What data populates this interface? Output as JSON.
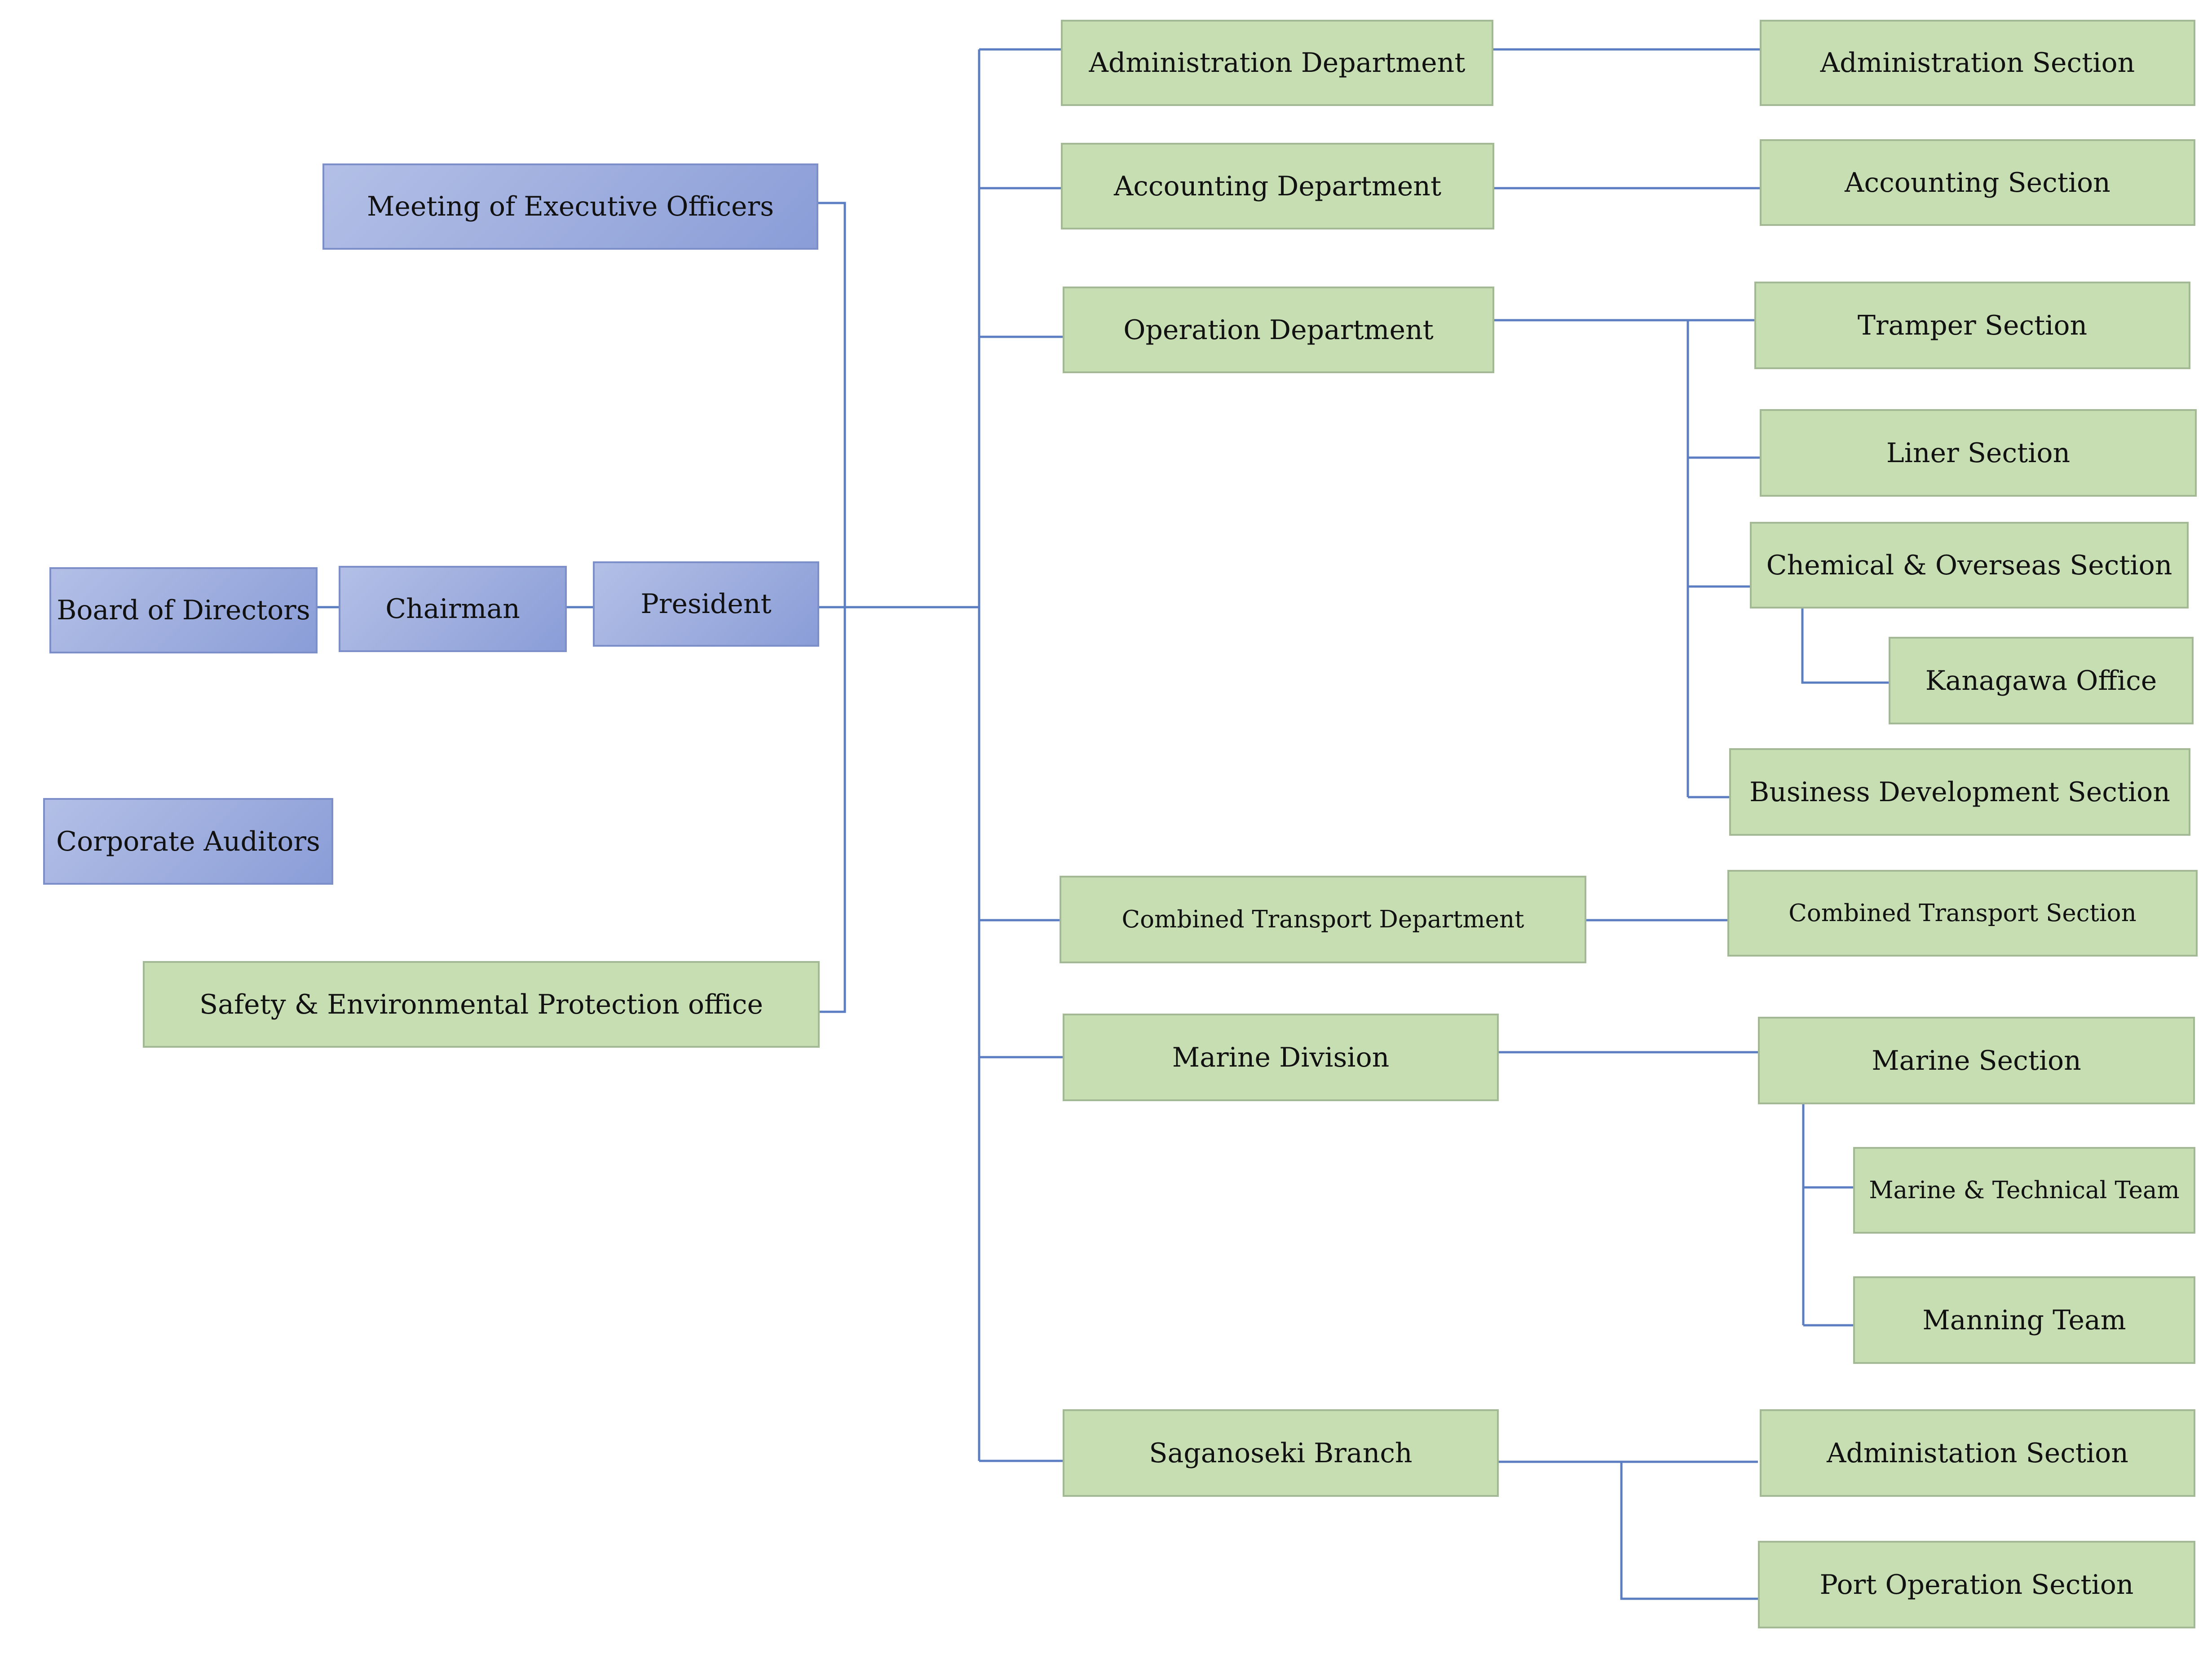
{
  "nodes": {
    "board_of_directors": "Board of Directors",
    "chairman": "Chairman",
    "president": "President",
    "meeting_exec_officers": "Meeting of Executive Officers",
    "corporate_auditors": "Corporate Auditors",
    "safety_env_office": "Safety & Environmental Protection office",
    "admin_dept": "Administration Department",
    "accounting_dept": "Accounting Department",
    "operation_dept": "Operation Department",
    "combined_transport_dept": "Combined Transport Department",
    "marine_division": "Marine Division",
    "saganoseki_branch": "Saganoseki Branch",
    "admin_section": "Administration Section",
    "accounting_section": "Accounting Section",
    "tramper_section": "Tramper Section",
    "liner_section": "Liner Section",
    "chemical_overseas_section": "Chemical & Overseas Section",
    "kanagawa_office": "Kanagawa Office",
    "business_dev_section": "Business Development Section",
    "combined_transport_section": "Combined Transport Section",
    "marine_section": "Marine Section",
    "marine_technical_team": "Marine & Technical Team",
    "manning_team": "Manning Team",
    "administation_section": "Administation Section",
    "port_operation_section": "Port Operation Section"
  },
  "colors": {
    "executive_fill": "#8a9dd7",
    "unit_fill": "#c6deb2",
    "connector": "#5b7ec2"
  }
}
